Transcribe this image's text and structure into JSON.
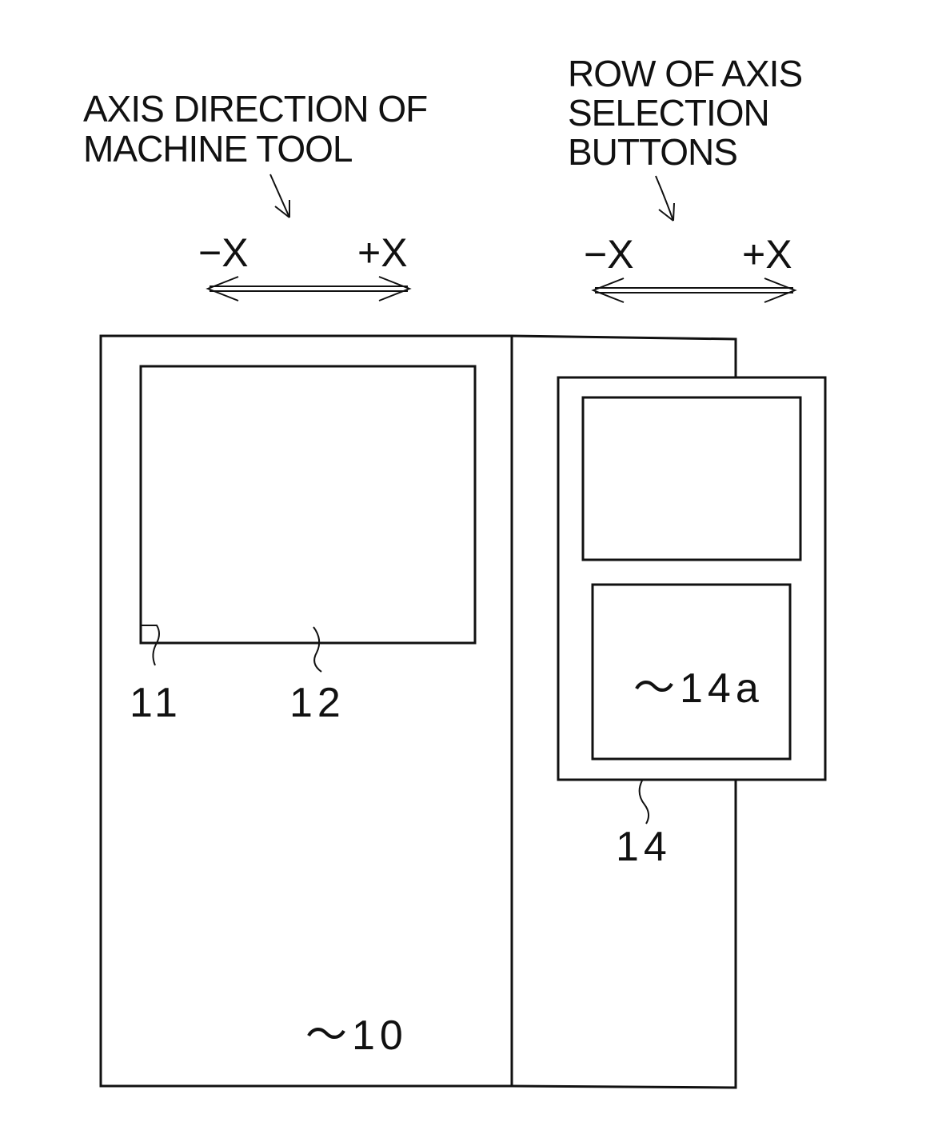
{
  "captions": {
    "machine_tool_line1": "AXIS DIRECTION OF",
    "machine_tool_line2": "MACHINE TOOL",
    "buttons_line1": "ROW OF AXIS",
    "buttons_line2": "SELECTION",
    "buttons_line3": "BUTTONS"
  },
  "axis_labels": {
    "left_minus": "−X",
    "left_plus": "+X",
    "right_minus": "−X",
    "right_plus": "+X"
  },
  "reference_numerals": {
    "machine_body": "～10",
    "door_corner": "11",
    "window": "12",
    "control_panel": "14",
    "button_area": "～14a"
  }
}
